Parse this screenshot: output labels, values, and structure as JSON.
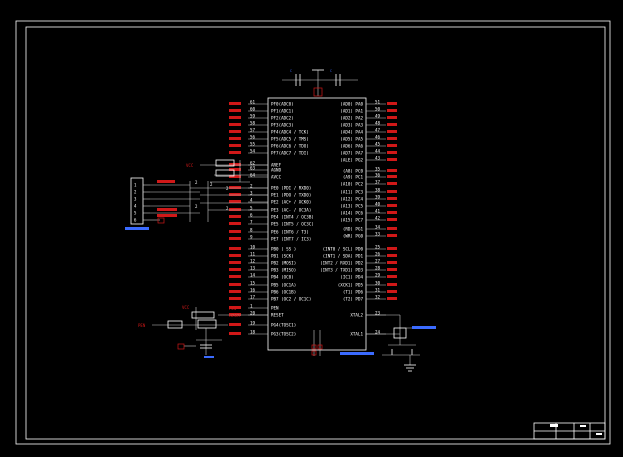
{
  "colors": {
    "background": "#000000",
    "line": "#ffffff",
    "net": "#d01818",
    "part": "#3b6bff"
  },
  "mcu": {
    "left_pins": [
      {
        "num": "61",
        "name": "PF0(ADC0)"
      },
      {
        "num": "60",
        "name": "PF1(ADC1)"
      },
      {
        "num": "59",
        "name": "PF2(ADC2)"
      },
      {
        "num": "58",
        "name": "PF3(ADC3)"
      },
      {
        "num": "57",
        "name": "PF4(ADC4 / TCK)"
      },
      {
        "num": "56",
        "name": "PF5(ADC5 / TMS)"
      },
      {
        "num": "55",
        "name": "PF6(ADC6 / TDO)"
      },
      {
        "num": "54",
        "name": "PF7(ADC7 / TDI)"
      },
      {
        "num": "62",
        "name": "AREF"
      },
      {
        "num": "63",
        "name": "AGND"
      },
      {
        "num": "64",
        "name": "AVCC"
      },
      {
        "num": "2",
        "name": "PE0 (PDI / RXD0)"
      },
      {
        "num": "3",
        "name": "PE1 (PDO / TXD0)"
      },
      {
        "num": "4",
        "name": "PE2 (AC+ / XCK0)"
      },
      {
        "num": "5",
        "name": "PE3 (AC- / OC3A)"
      },
      {
        "num": "6",
        "name": "PE4 (INT4 / OC3B)"
      },
      {
        "num": "7",
        "name": "PE5 (INT5 / OC3C)"
      },
      {
        "num": "8",
        "name": "PE6 (INT6 / T3)"
      },
      {
        "num": "9",
        "name": "PE7 (INT7 / IC3)"
      },
      {
        "num": "10",
        "name": "PB0 ( SS )"
      },
      {
        "num": "11",
        "name": "PB1 (SCK)"
      },
      {
        "num": "12",
        "name": "PB2 (MOSI)"
      },
      {
        "num": "13",
        "name": "PB3 (MISO)"
      },
      {
        "num": "14",
        "name": "PB4 (OC0)"
      },
      {
        "num": "15",
        "name": "PB5 (OC1A)"
      },
      {
        "num": "16",
        "name": "PB6 (OC1B)"
      },
      {
        "num": "17",
        "name": "PB7 (OC2 / OC1C)"
      },
      {
        "num": "1",
        "name": "PEN"
      },
      {
        "num": "20",
        "name": "RESET"
      },
      {
        "num": "19",
        "name": "PG4(TOSC1)"
      },
      {
        "num": "18",
        "name": "PG3(TOSC2)"
      }
    ],
    "right_pins": [
      {
        "num": "51",
        "name": "(AD0) PA0"
      },
      {
        "num": "50",
        "name": "(AD1) PA1"
      },
      {
        "num": "49",
        "name": "(AD2) PA2"
      },
      {
        "num": "48",
        "name": "(AD3) PA3"
      },
      {
        "num": "47",
        "name": "(AD4) PA4"
      },
      {
        "num": "46",
        "name": "(AD5) PA5"
      },
      {
        "num": "45",
        "name": "(AD6) PA6"
      },
      {
        "num": "44",
        "name": "(AD7) PA7"
      },
      {
        "num": "43",
        "name": "(ALE) PG2"
      },
      {
        "num": "35",
        "name": "(A8) PC0"
      },
      {
        "num": "36",
        "name": "(A9) PC1"
      },
      {
        "num": "37",
        "name": "(A10) PC2"
      },
      {
        "num": "38",
        "name": "(A11) PC3"
      },
      {
        "num": "39",
        "name": "(A12) PC4"
      },
      {
        "num": "40",
        "name": "(A13) PC5"
      },
      {
        "num": "41",
        "name": "(A14) PC6"
      },
      {
        "num": "42",
        "name": "(A15) PC7"
      },
      {
        "num": "34",
        "name": "(RD) PG1"
      },
      {
        "num": "33",
        "name": "(WR) PG0"
      },
      {
        "num": "25",
        "name": "(INT0 / SCL) PD0"
      },
      {
        "num": "26",
        "name": "(INT1 / SDA) PD1"
      },
      {
        "num": "27",
        "name": "(INT2 / RXD1) PD2"
      },
      {
        "num": "28",
        "name": "(INT3 / TXD1) PD3"
      },
      {
        "num": "29",
        "name": "(IC1) PD4"
      },
      {
        "num": "30",
        "name": "(XCK1) PD5"
      },
      {
        "num": "31",
        "name": "(T1) PD6"
      },
      {
        "num": "32",
        "name": "(T2) PD7"
      },
      {
        "num": "23",
        "name": "XTAL2"
      },
      {
        "num": "24",
        "name": "XTAL1"
      }
    ]
  },
  "net_labels": {
    "vcc1": "VCC",
    "vcc2": "VCC",
    "pen": "PEN",
    "reset": "RESET"
  },
  "connector": {
    "pins": [
      "1",
      "2",
      "3",
      "4",
      "5",
      "6"
    ]
  },
  "title_block": {}
}
